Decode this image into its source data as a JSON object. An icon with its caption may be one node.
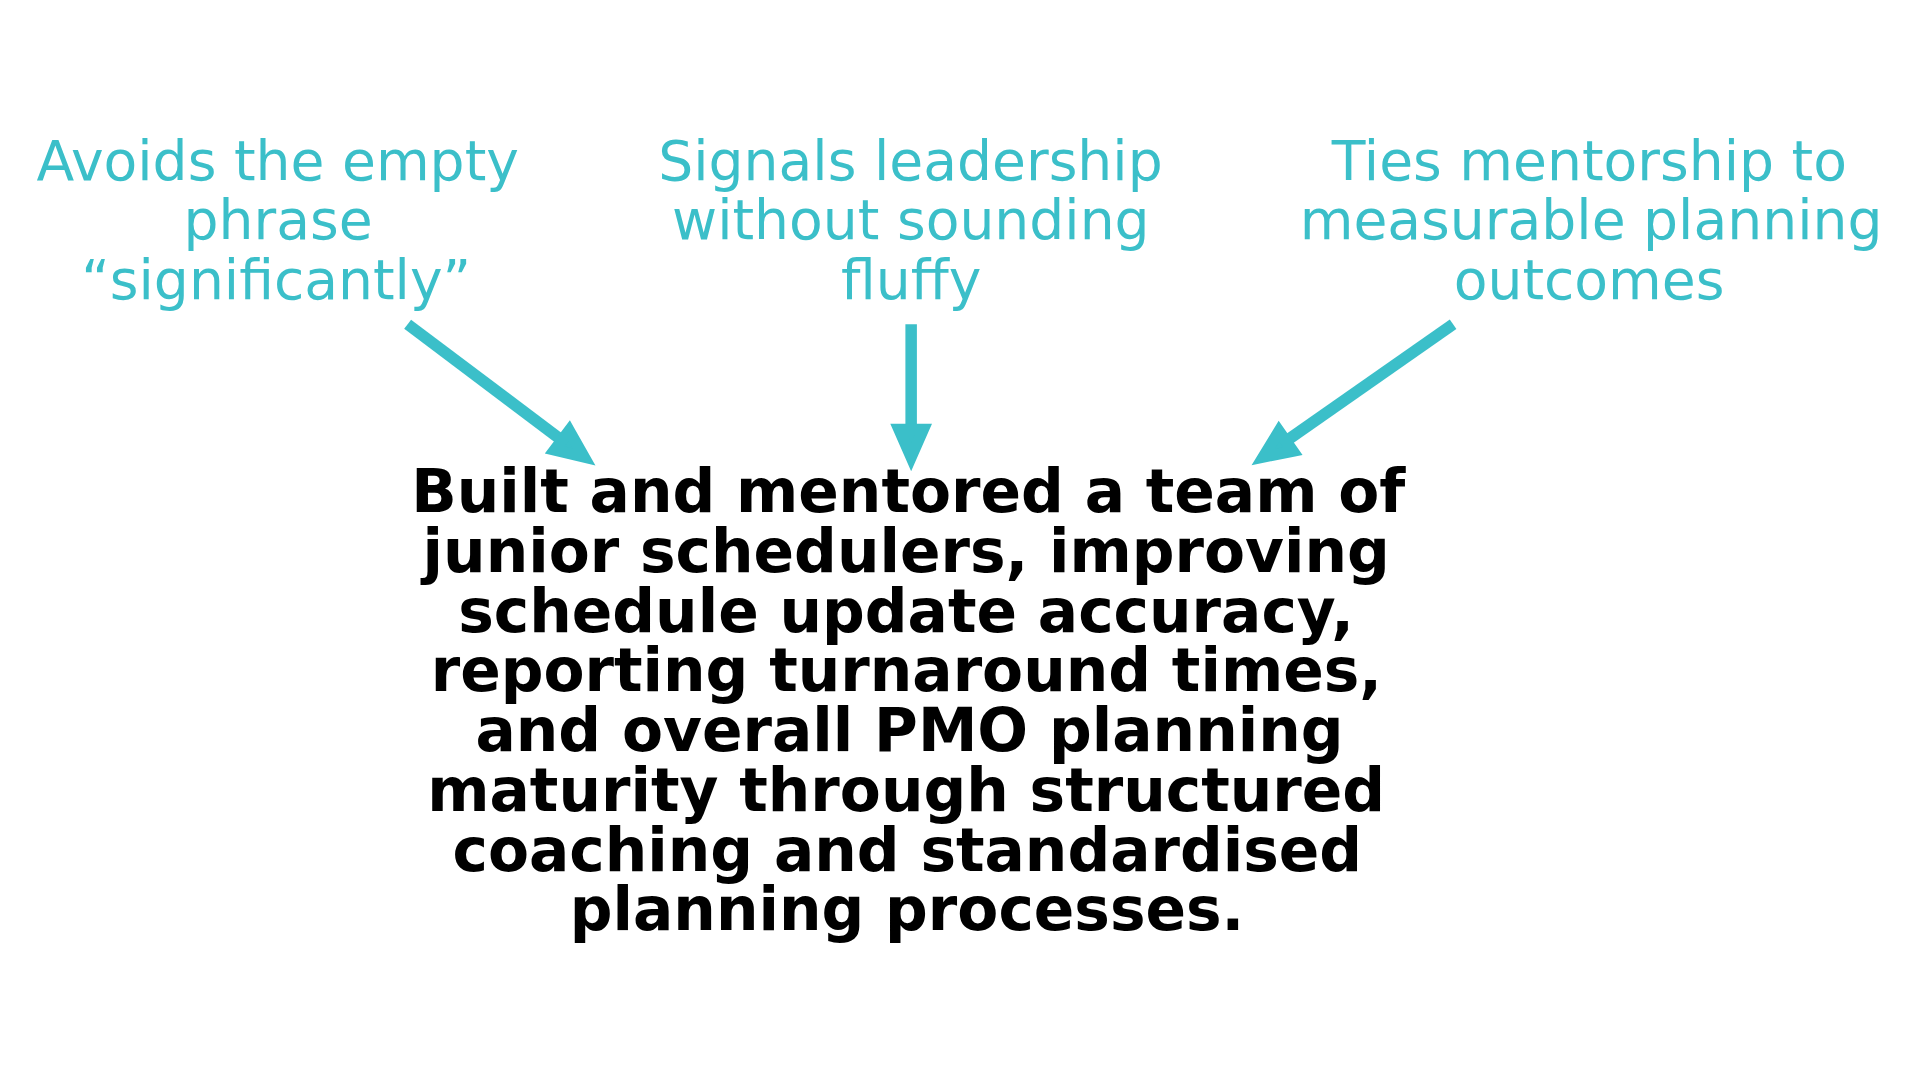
{
  "diagram": {
    "nodes": [
      {
        "text": [
          "Built and mentored a team of junior schedulers, improving schedule update accuracy, reporting turnaround times, and overall PMO planning maturity through structured coaching and standardised planning processes."
        ]
      },
      {
        "text": [
          "Avoids the empty phrase “significantly”"
        ]
      },
      {
        "text": [
          "Signals leadership without sounding fluffy"
        ]
      },
      {
        "text": [
          "Ties mentorship to measurable planning outcomes"
        ]
      }
    ],
    "edges": [
      {
        "from": 1,
        "to": 0,
        "arrow": "to"
      },
      {
        "from": 2,
        "to": 0,
        "arrow": "to"
      },
      {
        "from": 3,
        "to": 0,
        "arrow": "to"
      }
    ]
  }
}
